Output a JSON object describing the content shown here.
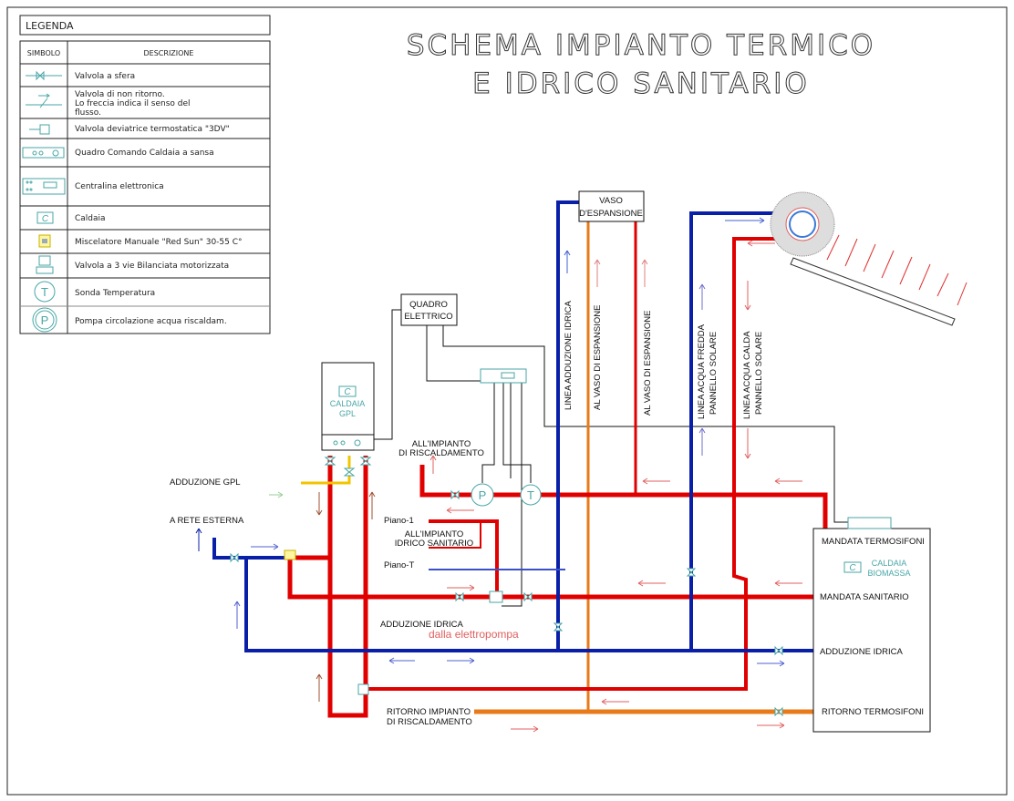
{
  "title": {
    "line1": "SCHEMA IMPIANTO TERMICO",
    "line2": "E IDRICO SANITARIO"
  },
  "legend": {
    "title": "LEGENDA",
    "col_symbol": "SIMBOLO",
    "col_description": "DESCRIZIONE",
    "rows": [
      {
        "icon": "ball-valve-icon",
        "text": [
          "Valvola a sfera"
        ]
      },
      {
        "icon": "check-valve-icon",
        "text": [
          "Valvola di non ritorno.",
          "Lo freccia indica il senso del",
          "flusso."
        ]
      },
      {
        "icon": "thermostatic-diverter-valve-icon",
        "text": [
          "Valvola deviatrice termostatica \"3DV\""
        ]
      },
      {
        "icon": "boiler-control-panel-icon",
        "text": [
          "Quadro Comando Caldaia a sansa"
        ]
      },
      {
        "icon": "electronic-controller-icon",
        "text": [
          "Centralina elettronica"
        ]
      },
      {
        "icon": "boiler-icon",
        "text": [
          "Caldaia"
        ]
      },
      {
        "icon": "manual-mixer-icon",
        "text": [
          "Miscelatore Manuale \"Red Sun\" 30-55 C°"
        ]
      },
      {
        "icon": "motorized-3way-valve-icon",
        "text": [
          "Valvola a 3 vie Bilanciata motorizzata"
        ]
      },
      {
        "icon": "temperature-probe-icon",
        "text": [
          "Sonda Temperatura"
        ]
      },
      {
        "icon": "circulation-pump-icon",
        "text": [
          "Pompa circolazione acqua riscaldam."
        ]
      }
    ]
  },
  "components": {
    "vaso": [
      "VASO",
      "D'ESPANSIONE"
    ],
    "quadro": [
      "QUADRO",
      "ELETTRICO"
    ],
    "caldaia_gpl": [
      "CALDAIA",
      "GPL"
    ],
    "caldaia_biomassa": [
      "CALDAIA",
      "BIOMASSA"
    ],
    "pump_symbol": "P",
    "probe_symbol": "T",
    "boiler_symbol": "C"
  },
  "labels": {
    "all_impianto_risc": [
      "ALL'IMPIANTO",
      "DI RISCALDAMENTO"
    ],
    "adduzione_gpl": "ADDUZIONE GPL",
    "rete_esterna": "A RETE ESTERNA",
    "piano_1": "Piano-1",
    "piano_t": "Piano-T",
    "all_impianto_idrico": [
      "ALL'IMPIANTO",
      "IDRICO SANITARIO"
    ],
    "adduzione_idrica_left": "ADDUZIONE IDRICA",
    "dalla_elettropompa": "dalla elettropompa",
    "ritorno_impianto": [
      "RITORNO IMPIANTO",
      "DI RISCALDAMENTO"
    ],
    "linea_adduzione": "LINEA ADDUZIONE IDRICA",
    "al_vaso_1": "AL VASO DI ESPANSIONE",
    "al_vaso_2": "AL VASO DI ESPANSIONE",
    "linea_fredda": [
      "LINEA ACQUA FREDDA",
      "PANNELLO SOLARE"
    ],
    "linea_calda": [
      "LINEA ACQUA CALDA",
      "PANNELLO SOLARE"
    ],
    "mandata_termosifoni": "MANDATA TERMOSIFONI",
    "mandata_sanitario": "MANDATA SANITARIO",
    "adduzione_idrica_right": "ADDUZIONE IDRICA",
    "ritorno_termosifoni": "RITORNO TERMOSIFONI"
  },
  "colors": {
    "hot": "#e00000",
    "cold": "#0a1fa8",
    "return": "#e87a1a",
    "gas": "#f2c400",
    "symbol": "#4aa6a6"
  }
}
